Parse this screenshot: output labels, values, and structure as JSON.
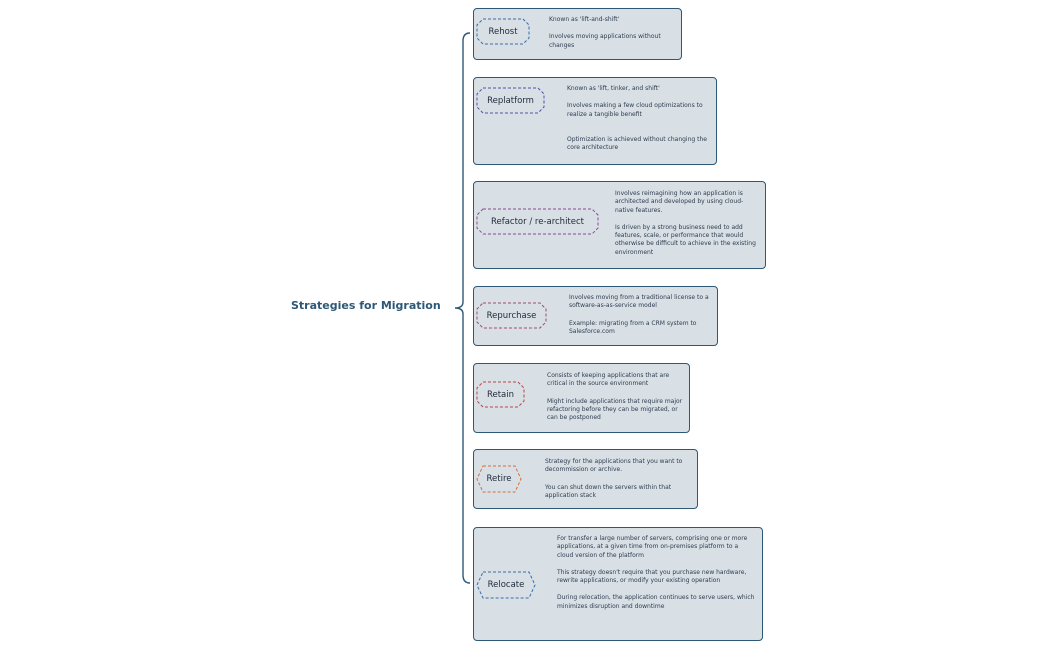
{
  "root": {
    "title": "Strategies for Migration"
  },
  "strategies": [
    {
      "name": "Rehost",
      "color": "#3a6ea8",
      "items": [
        "Known as 'lift-and-shift'",
        "Involves moving applications without changes"
      ]
    },
    {
      "name": "Replatform",
      "color": "#5b4fa8",
      "items": [
        "Known as 'lift, tinker, and shift'",
        "Involves making a few cloud optimizations to realize a tangible benefit",
        "Optimization is achieved without changing the core architecture"
      ]
    },
    {
      "name": "Refactor / re-architect",
      "color": "#8a4b93",
      "items": [
        "Involves reimagining how an application is architected and developed by using cloud-native features.",
        "Is driven by a strong business need to add features, scale, or performance that would otherwise be difficult to achieve in the existing environment"
      ]
    },
    {
      "name": "Repurchase",
      "color": "#a54a6c",
      "items": [
        "Involves moving from a traditional license to a software-as-as-service model",
        "Example: migrating from a CRM system to Salesforce.com"
      ]
    },
    {
      "name": "Retain",
      "color": "#b9454b",
      "items": [
        "Consists of keeping applications that are critical in the source environment",
        "Might include applications that require major refactoring before they can be migrated, or can be postponed"
      ]
    },
    {
      "name": "Retire",
      "color": "#d0703f",
      "items": [
        "Strategy for the applications that you want to decommission or archive.",
        "You can shut down the servers within that application stack"
      ]
    },
    {
      "name": "Relocate",
      "color": "#3a6ea8",
      "items": [
        "For transfer a large number of servers, comprising one or more applications, at a given time from on-premises platform to a cloud version of the platform",
        "This strategy doesn't require that you purchase new hardware, rewrite applications, or modify your existing operation",
        "During relocation, the application continues to serve users, which minimizes disruption and downtime"
      ]
    }
  ]
}
